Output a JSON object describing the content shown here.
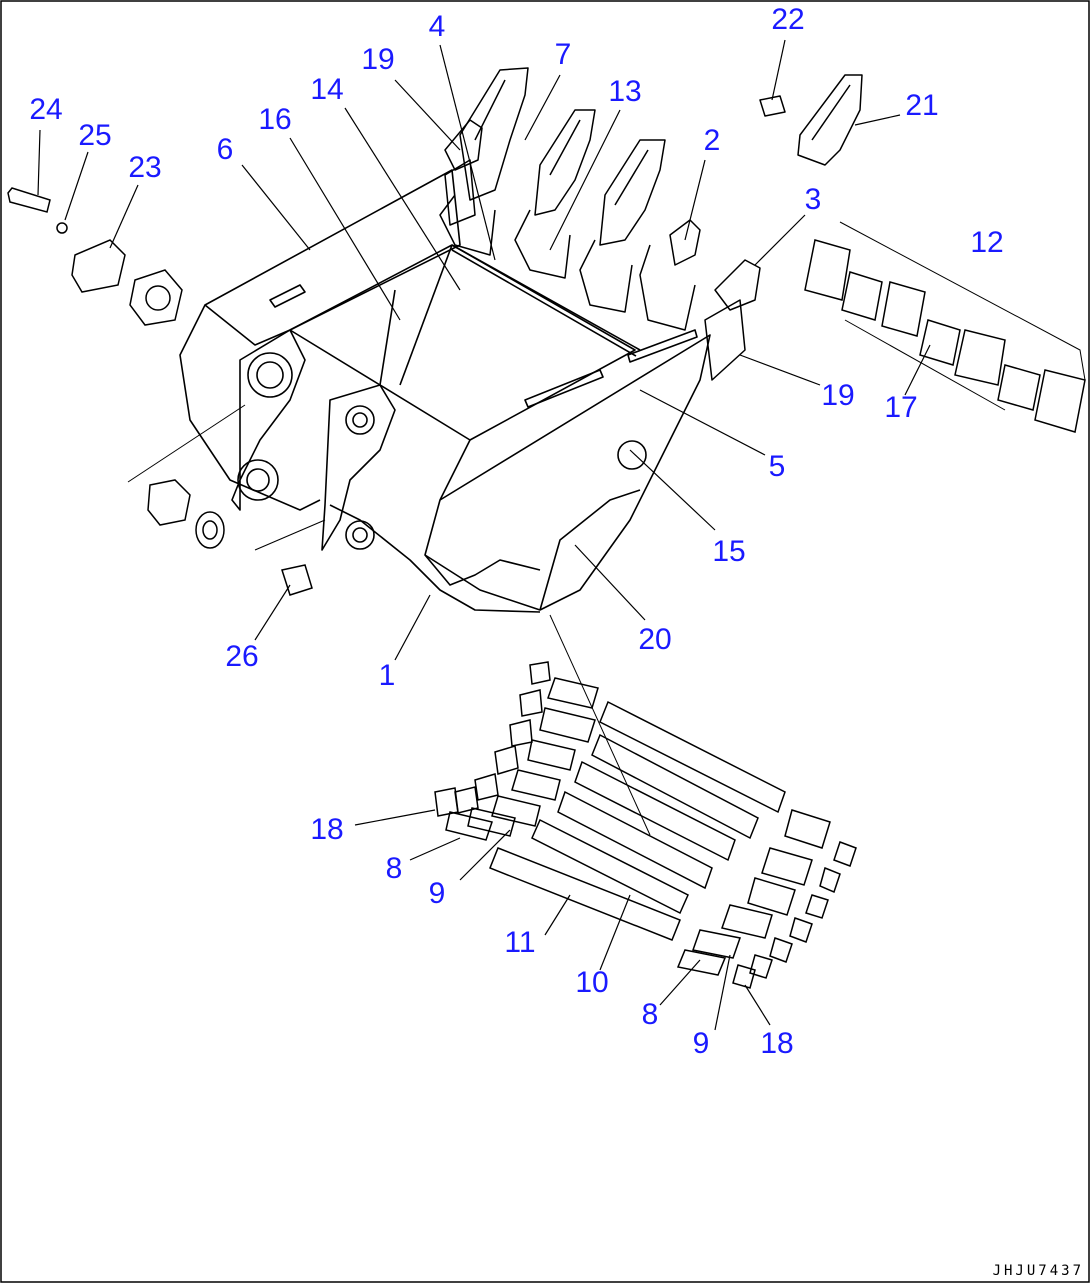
{
  "drawing_code": "JHJU7437",
  "callouts": [
    "24",
    "25",
    "23",
    "6",
    "16",
    "14",
    "19",
    "4",
    "7",
    "13",
    "2",
    "22",
    "21",
    "3",
    "12",
    "19",
    "17",
    "5",
    "15",
    "20",
    "26",
    "1",
    "18",
    "8",
    "9",
    "11",
    "10",
    "8",
    "9",
    "18"
  ],
  "colors": {
    "callout": "#1a1aff",
    "line": "#000000",
    "background": "#ffffff"
  }
}
